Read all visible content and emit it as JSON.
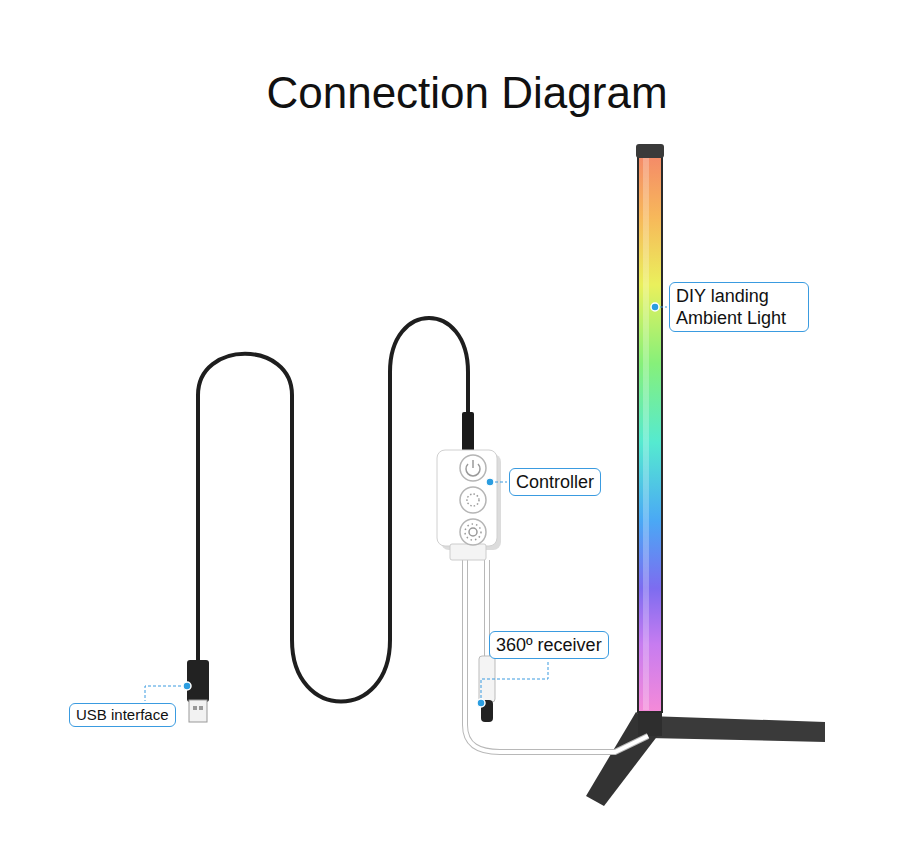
{
  "diagram": {
    "title": "Connection Diagram",
    "nodes": [
      {
        "text": [
          "DIY landing Ambient Light"
        ]
      },
      {
        "text": [
          "Controller"
        ]
      },
      {
        "text": [
          "360º receiver"
        ]
      },
      {
        "text": [
          "USB interface"
        ]
      }
    ]
  }
}
